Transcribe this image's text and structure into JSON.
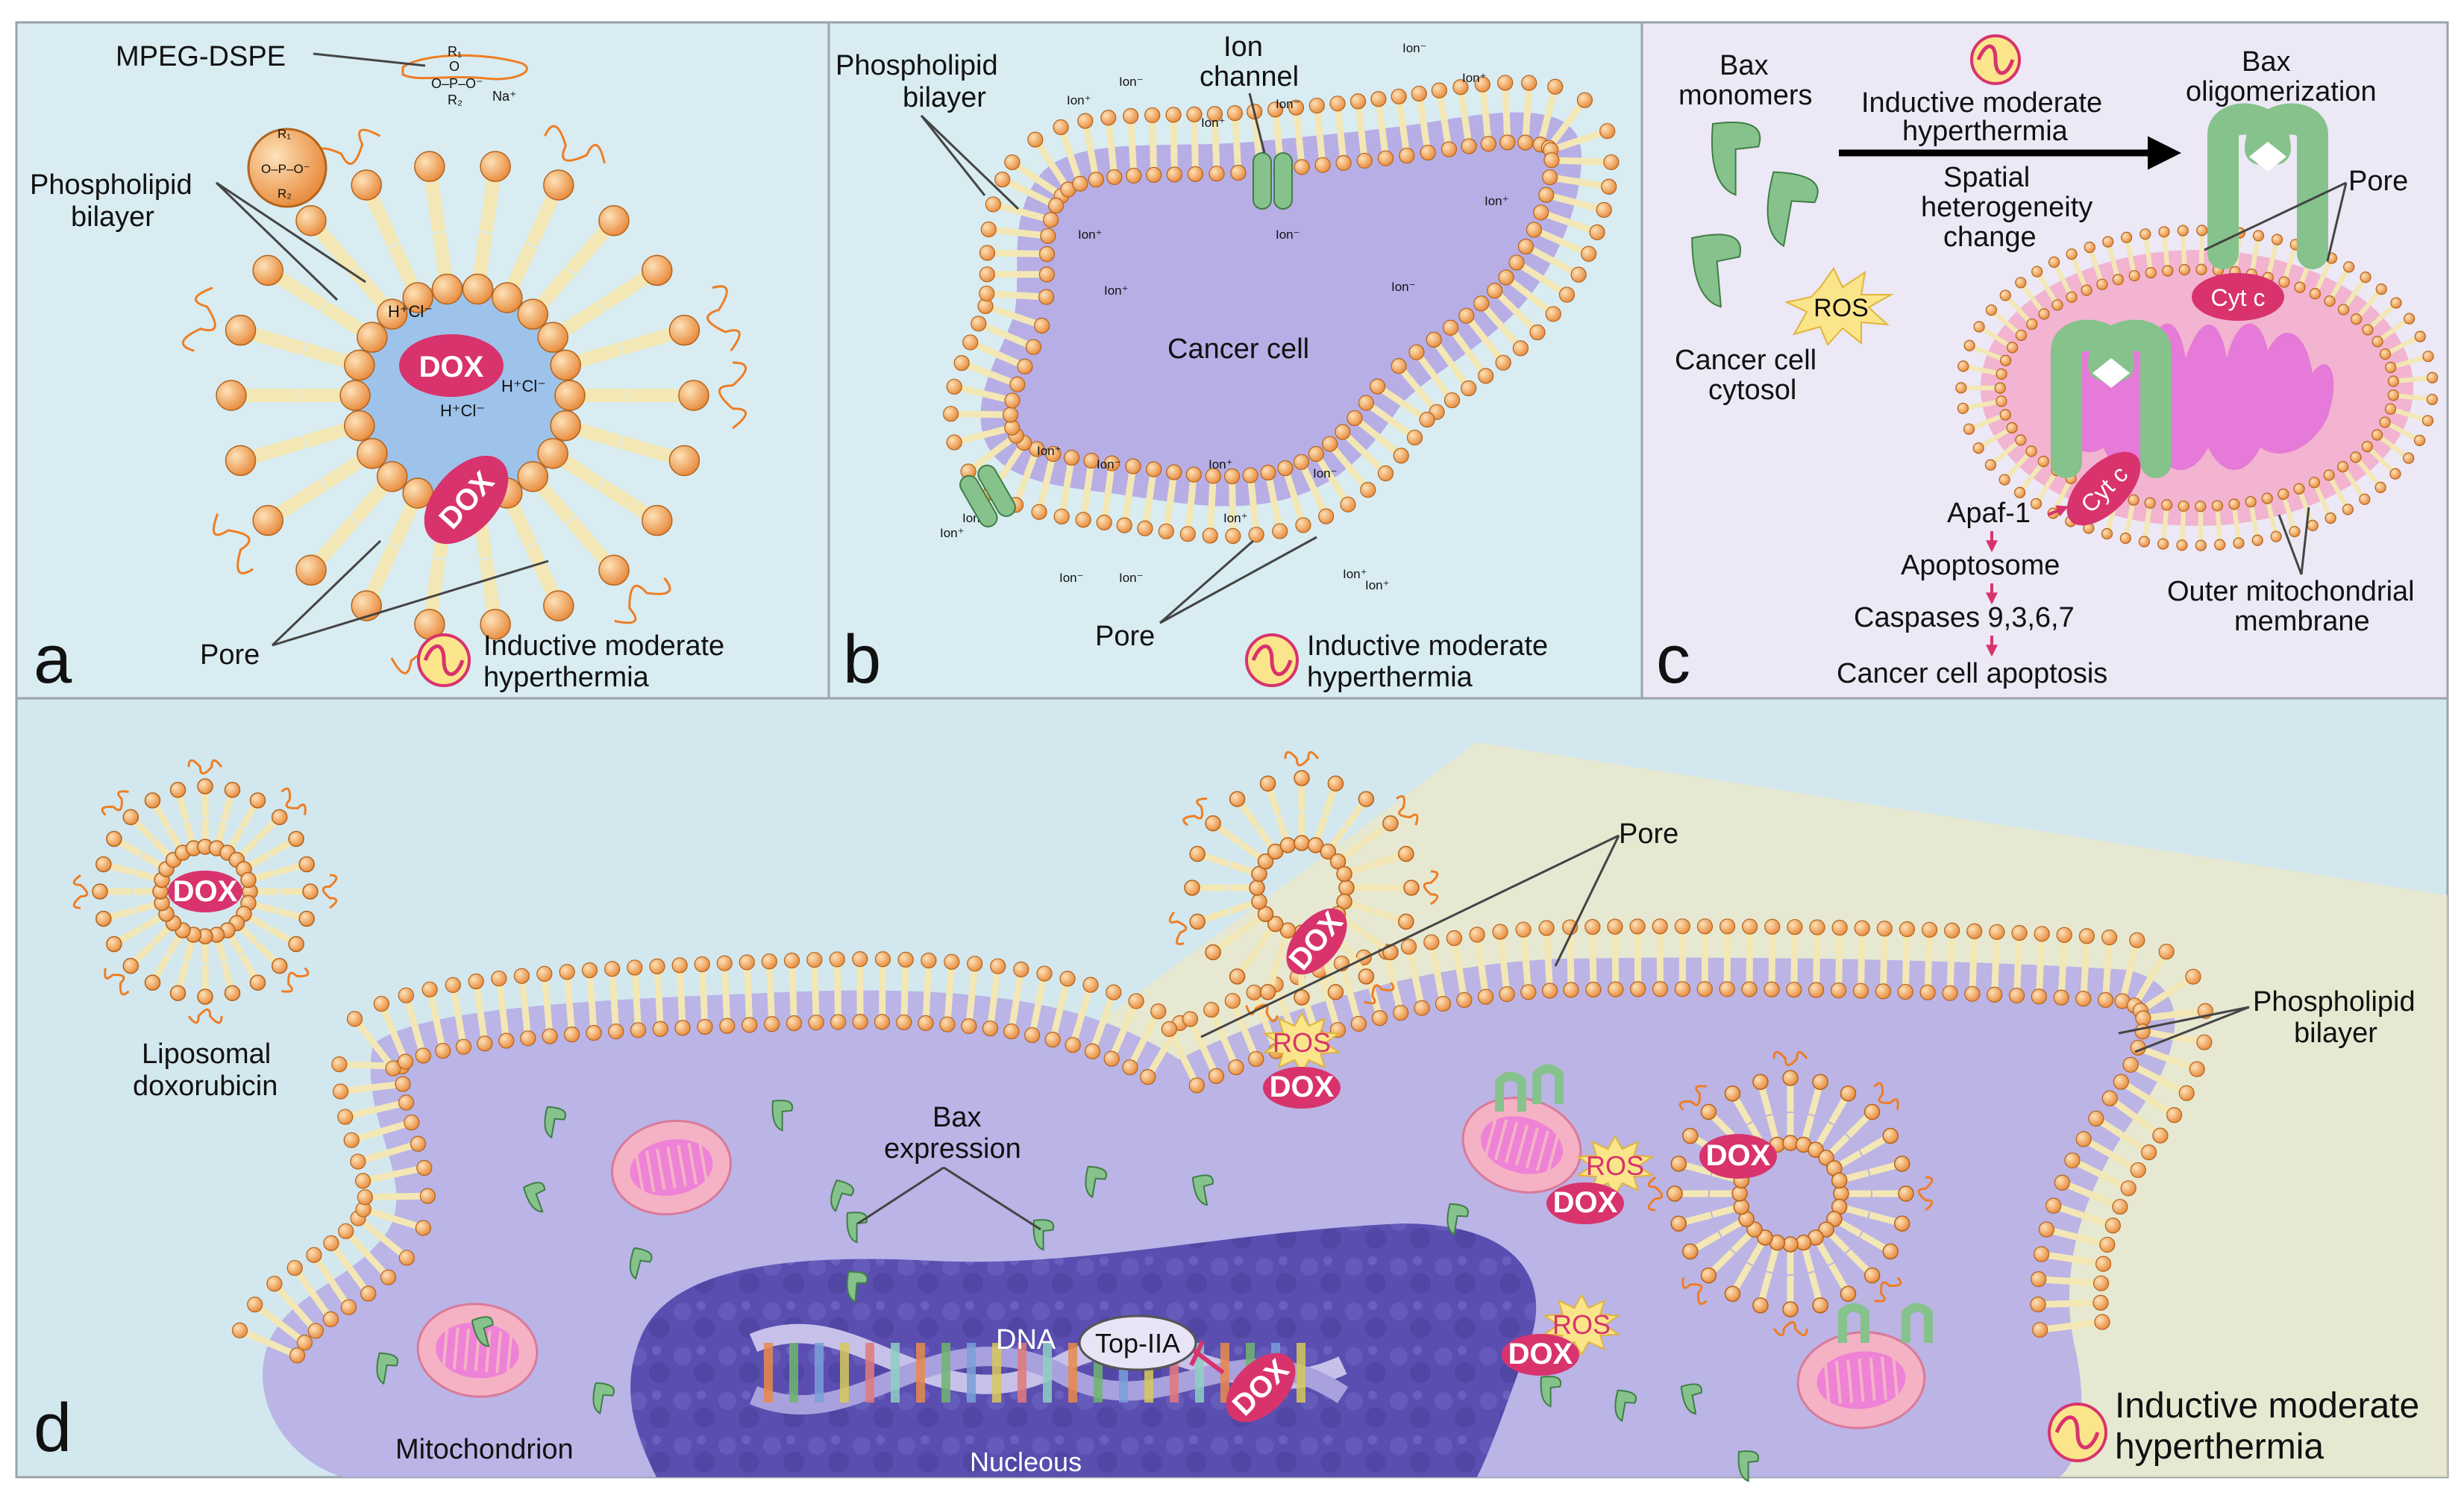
{
  "colors": {
    "panel_bg": "#d8ecf2",
    "panel_c_bg": "#ece8f5",
    "cell": "#b7aee6",
    "head": "#f2a55a",
    "tail": "#f3e7b5",
    "peg": "#ef7d22",
    "core": "#9ec3ea",
    "dox": "#d8336d",
    "bax": "#86c28c",
    "mito": "#f29ab6",
    "nucleus": "#5a4fb0",
    "ros": "#fbe58a",
    "arrow_pink": "#d8336d"
  },
  "panel_a": {
    "letter": "a",
    "mpeg_label": "MPEG-DSPE",
    "bilayer_label_1": "Phospholipid",
    "bilayer_label_2": "bilayer",
    "pore_label": "Pore",
    "dox_1": "DOX",
    "dox_2": "DOX",
    "hcl": "H⁺Cl⁻",
    "lipid_r1": "R₁",
    "lipid_o": "O",
    "lipid_opo": "O–P–O⁻",
    "lipid_r2": "R₂",
    "lipid_na": "Na⁺",
    "hyperthermia_1": "Inductive moderate",
    "hyperthermia_2": "hyperthermia"
  },
  "panel_b": {
    "letter": "b",
    "bilayer_label_1": "Phospholipid",
    "bilayer_label_2": "bilayer",
    "channel_label_1": "Ion",
    "channel_label_2": "channel",
    "cell_label": "Cancer cell",
    "pore_label": "Pore",
    "ion_plus": "Ion⁺",
    "ion_minus": "Ion⁻",
    "hyperthermia_1": "Inductive moderate",
    "hyperthermia_2": "hyperthermia"
  },
  "panel_c": {
    "letter": "c",
    "monomers_1": "Bax",
    "monomers_2": "monomers",
    "hyperthermia_1": "Inductive moderate",
    "hyperthermia_2": "hyperthermia",
    "spatial_1": "Spatial",
    "spatial_2": "heterogeneity",
    "spatial_3": "change",
    "oligo_1": "Bax",
    "oligo_2": "oligomerization",
    "pore_label": "Pore",
    "ros": "ROS",
    "cytosol_1": "Cancer cell",
    "cytosol_2": "cytosol",
    "cytc_1": "Cyt c",
    "cytc_2": "Cyt c",
    "apaf": "Apaf-1",
    "apoptosome": "Apoptosome",
    "caspases": "Caspases 9,3,6,7",
    "apoptosis": "Cancer cell apoptosis",
    "outer_1": "Outer mitochondrial",
    "outer_2": "membrane"
  },
  "panel_d": {
    "letter": "d",
    "liposome_dox": "DOX",
    "liposome_label_1": "Liposomal",
    "liposome_label_2": "doxorubicin",
    "pore_label": "Pore",
    "ros_1": "ROS",
    "dox_1": "DOX",
    "ros_2": "ROS",
    "dox_2": "DOX",
    "ros_3": "ROS",
    "dox_3": "DOX",
    "dox_4": "DOX",
    "dox_5": "DOX",
    "dox_6": "DOX",
    "bax_label_1": "Bax",
    "bax_label_2": "expression",
    "bilayer_label_1": "Phospholipid",
    "bilayer_label_2": "bilayer",
    "dna": "DNA",
    "topo": "Top-IIA",
    "nucleus": "Nucleous",
    "mito": "Mitochondrion",
    "hyperthermia_1": "Inductive moderate",
    "hyperthermia_2": "hyperthermia"
  }
}
